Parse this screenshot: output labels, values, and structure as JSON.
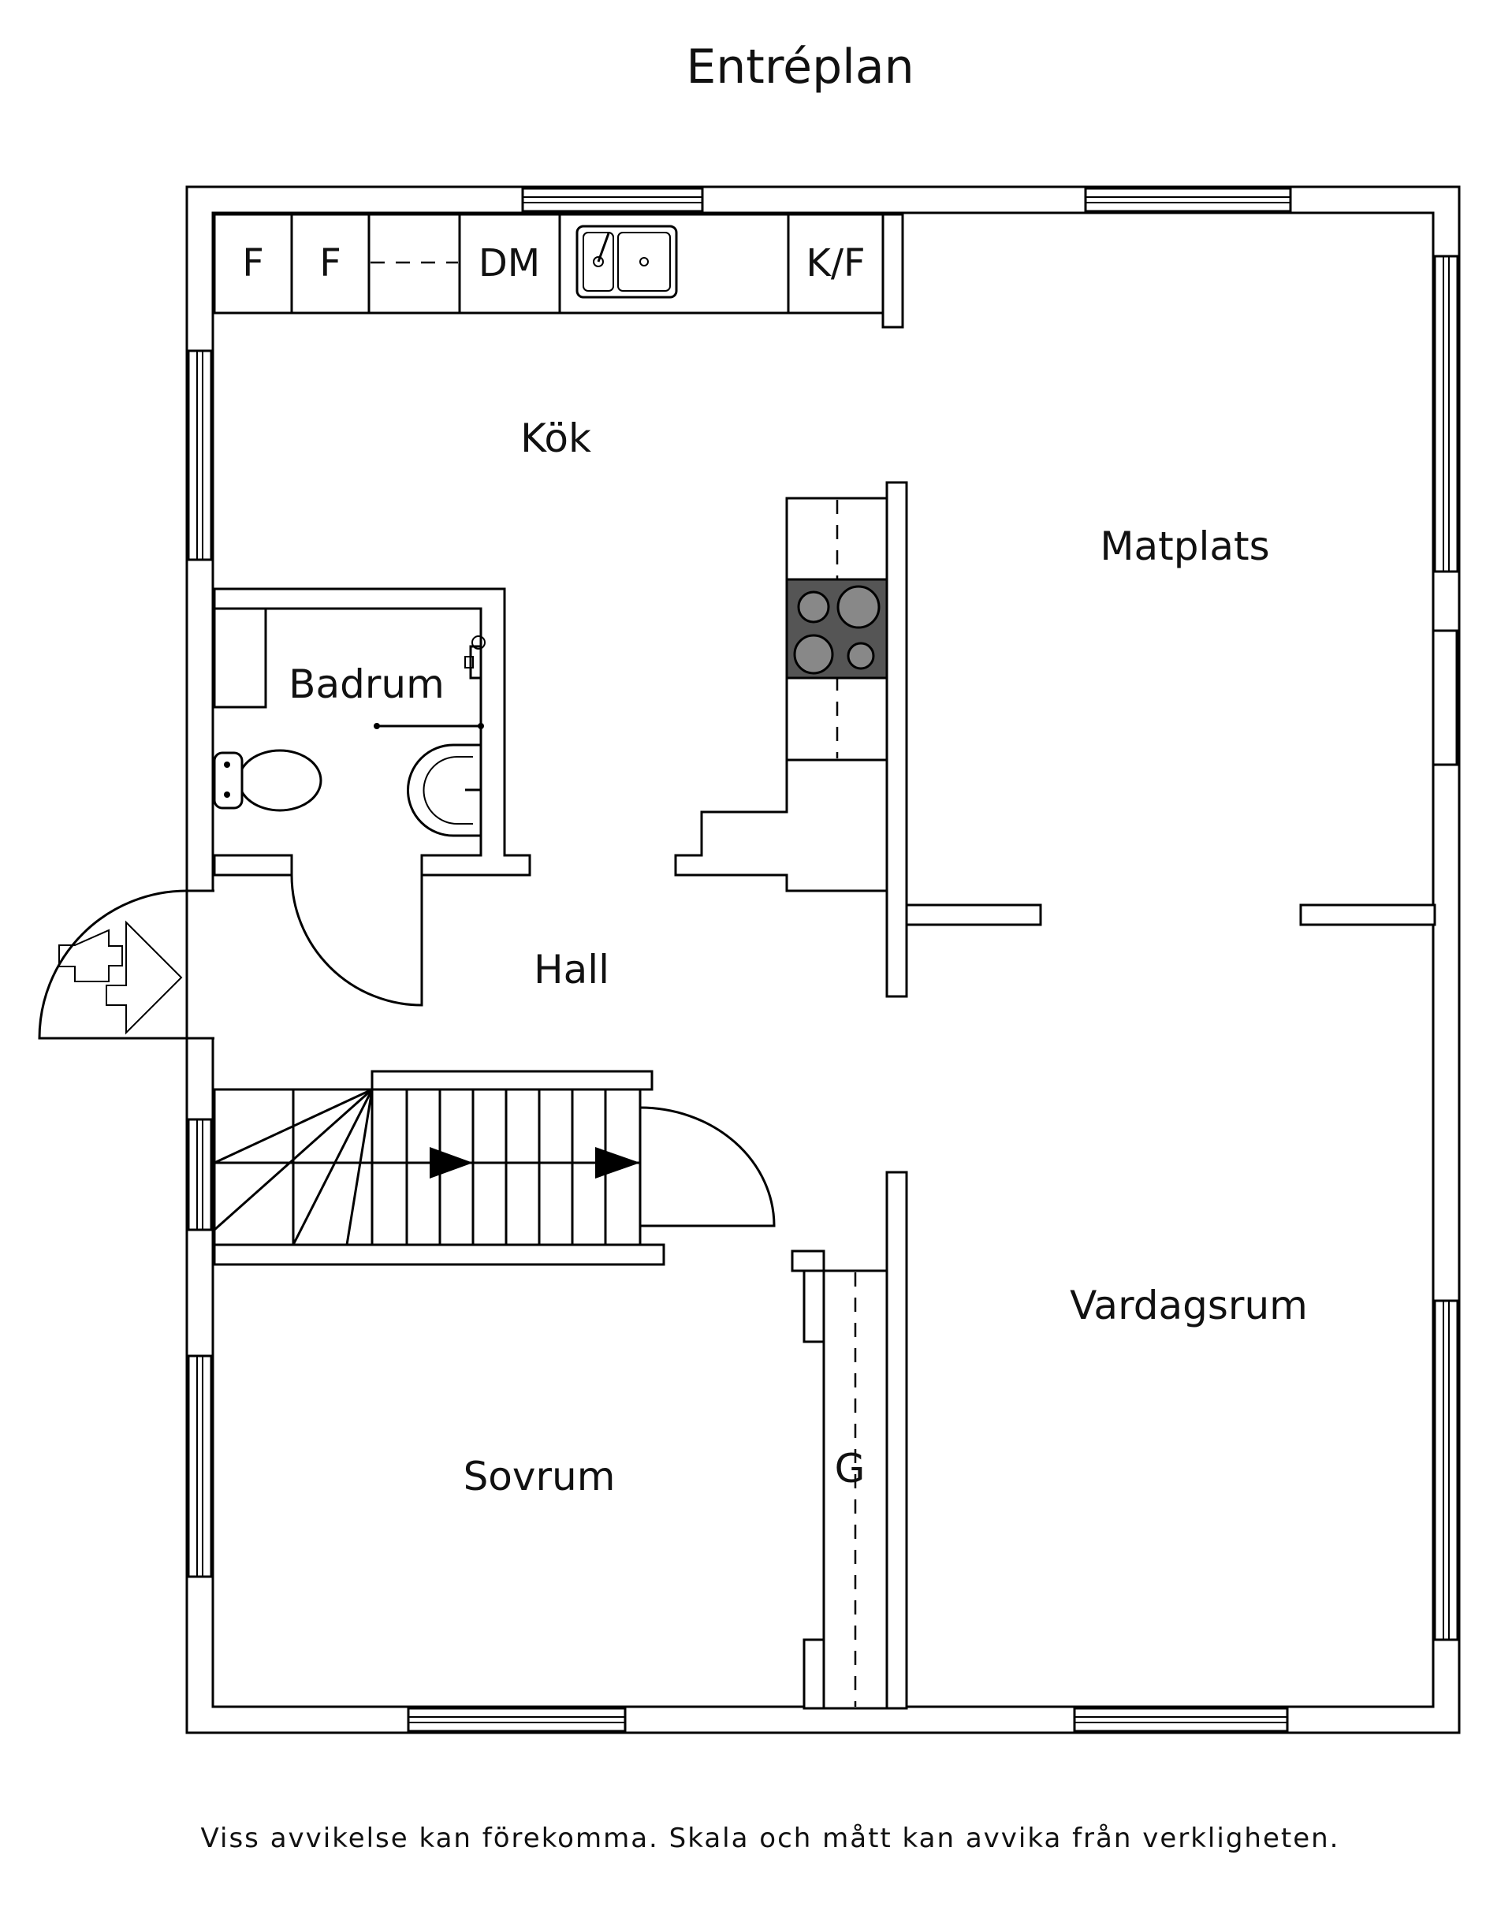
{
  "title": "Entréplan",
  "rooms": {
    "kitchen": "Kök",
    "dining": "Matplats",
    "bathroom": "Badrum",
    "hall": "Hall",
    "living": "Vardagsrum",
    "bedroom": "Sovrum"
  },
  "labels": {
    "fridge_1": "F",
    "fridge_2": "F",
    "dishwasher": "DM",
    "fridge_freezer": "K/F",
    "wardrobe": "G"
  },
  "disclaimer": "Viss avvikelse kan förekomma. Skala och mått kan avvika från verkligheten."
}
